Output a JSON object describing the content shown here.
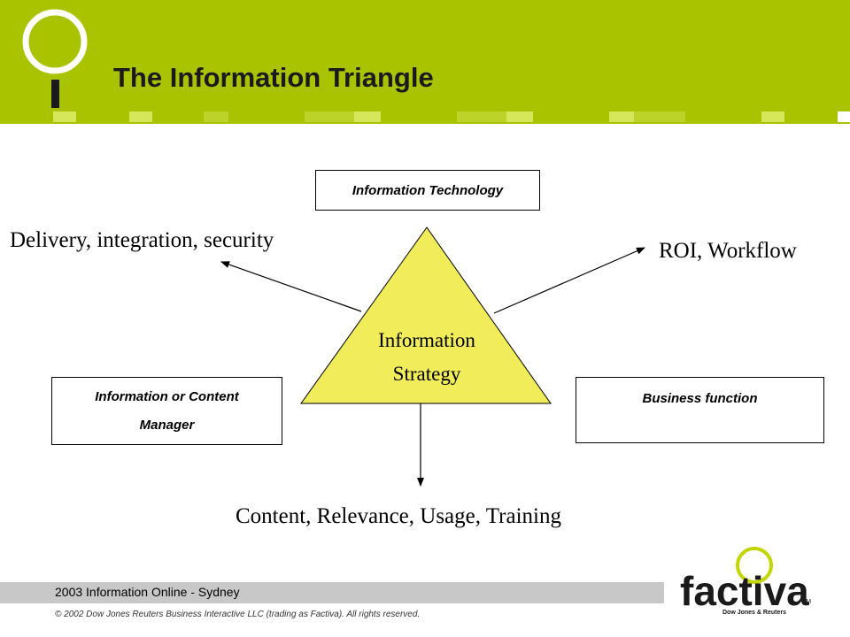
{
  "slide": {
    "title": "The Information Triangle"
  },
  "diagram": {
    "center_label_line1": "Information",
    "center_label_line2": "Strategy",
    "boxes": {
      "top": "Information Technology",
      "left_line1": "Information or Content",
      "left_line2": "Manager",
      "right": "Business function"
    },
    "labels": {
      "upper_left": "Delivery, integration, security",
      "upper_right": "ROI, Workflow",
      "bottom": "Content, Relevance, Usage, Training"
    }
  },
  "footer": {
    "event": "2003 Information Online - Sydney",
    "copyright": "© 2002 Dow Jones Reuters Business Interactive LLC (trading as Factiva). All rights reserved."
  },
  "brand": {
    "logo_text": "factiva",
    "tm": "TM",
    "tagline": "Dow Jones & Reuters"
  },
  "colors": {
    "header_green": "#a9c300",
    "triangle_fill": "#f0ec5a"
  }
}
